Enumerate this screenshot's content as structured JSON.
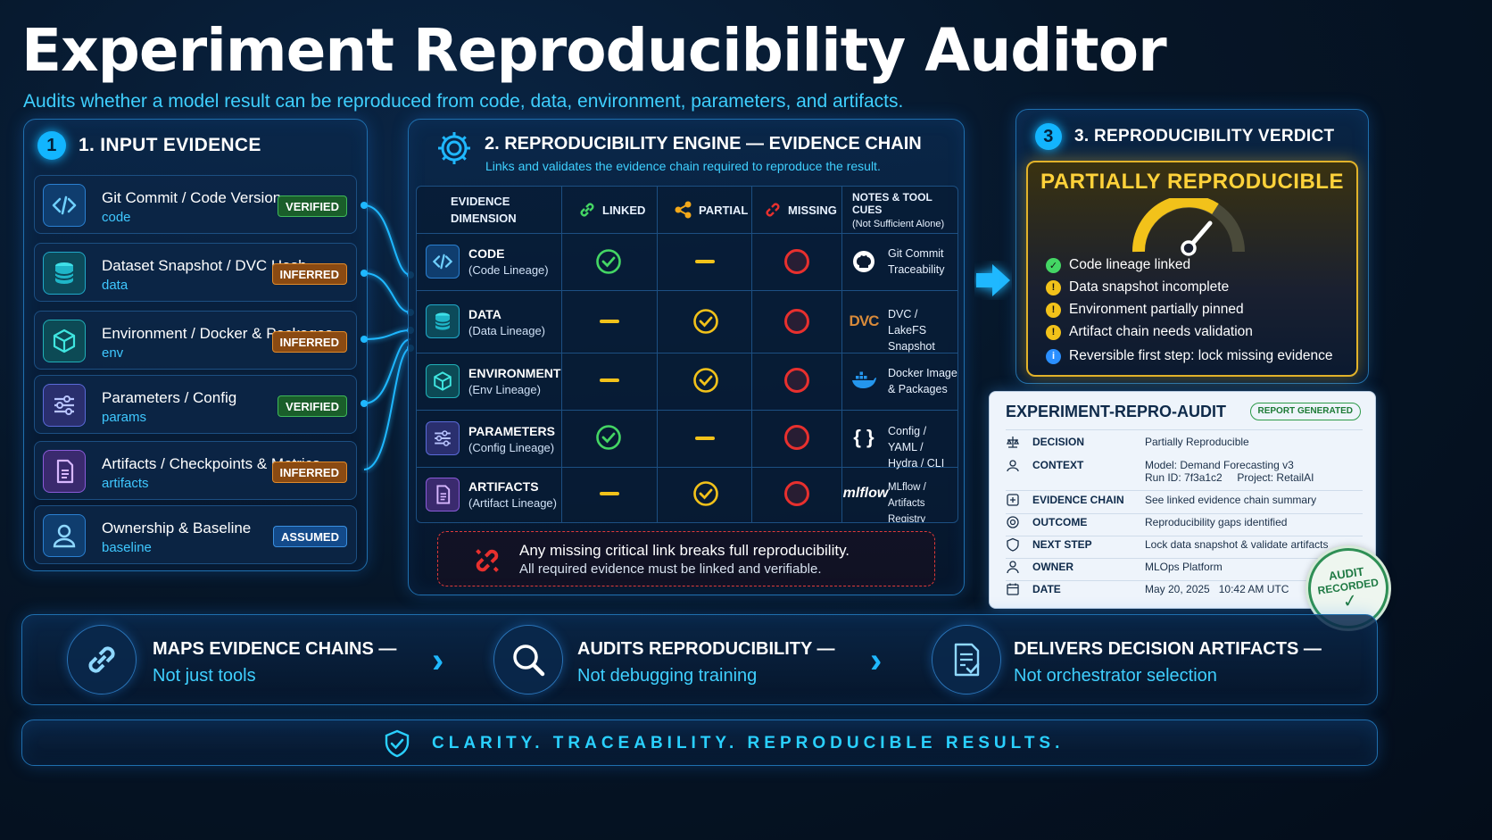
{
  "header": {
    "title": "Experiment Reproducibility Auditor",
    "subtitle": "Audits whether a model result can be reproduced from code, data, environment, parameters, and artifacts."
  },
  "input": {
    "num": "1",
    "title": "1. INPUT EVIDENCE",
    "items": [
      {
        "name": "Git Commit / Code Version",
        "tag": "code",
        "status": "VERIFIED",
        "icon": "code-icon"
      },
      {
        "name": "Dataset Snapshot / DVC Hash",
        "tag": "data",
        "status": "INFERRED",
        "icon": "database-icon"
      },
      {
        "name": "Environment / Docker & Packages",
        "tag": "env",
        "status": "INFERRED",
        "icon": "cube-icon"
      },
      {
        "name": "Parameters / Config",
        "tag": "params",
        "status": "VERIFIED",
        "icon": "sliders-icon"
      },
      {
        "name": "Artifacts / Checkpoints & Metrics",
        "tag": "artifacts",
        "status": "INFERRED",
        "icon": "document-icon"
      },
      {
        "name": "Ownership & Baseline",
        "tag": "baseline",
        "status": "ASSUMED",
        "icon": "user-icon"
      }
    ]
  },
  "engine": {
    "title": "2. REPRODUCIBILITY ENGINE — EVIDENCE CHAIN",
    "subtitle": "Links and validates the evidence chain required to reproduce the result.",
    "headers": {
      "dimension_1": "EVIDENCE",
      "dimension_2": "DIMENSION",
      "linked": "LINKED",
      "partial": "PARTIAL",
      "missing": "MISSING",
      "notes_1": "NOTES & TOOL CUES",
      "notes_2": "(Not Sufficient Alone)"
    },
    "rows": [
      {
        "name": "CODE",
        "sub": "(Code Lineage)",
        "linked": "check",
        "partial": "dash",
        "missing": "missing",
        "note_1": "Git Commit",
        "note_2": "Traceability",
        "note_icon": "github-icon"
      },
      {
        "name": "DATA",
        "sub": "(Data Lineage)",
        "linked": "dash",
        "partial": "check",
        "missing": "missing",
        "note_1": "DVC / LakeFS",
        "note_2": "Snapshot",
        "note_icon": "dvc-icon"
      },
      {
        "name": "ENVIRONMENT",
        "sub": "(Env Lineage)",
        "linked": "dash",
        "partial": "check",
        "missing": "missing",
        "note_1": "Docker Image",
        "note_2": "& Packages",
        "note_icon": "docker-icon"
      },
      {
        "name": "PARAMETERS",
        "sub": "(Config Lineage)",
        "linked": "check",
        "partial": "dash",
        "missing": "missing",
        "note_1": "Config / YAML /",
        "note_2": "Hydra / CLI",
        "note_icon": "braces-icon"
      },
      {
        "name": "ARTIFACTS",
        "sub": "(Artifact Lineage)",
        "linked": "dash",
        "partial": "check",
        "missing": "missing",
        "note_1": "MLflow / Artifacts",
        "note_2": "Registry",
        "note_icon": "mlflow-icon"
      }
    ],
    "logos": {
      "dvc": "DVC",
      "mlflow": "mlflow",
      "braces": "{ }"
    },
    "warning_1": "Any missing critical link breaks full reproducibility.",
    "warning_2": "All required evidence must be linked and verifiable."
  },
  "verdict": {
    "num": "3",
    "title": "3. REPRODUCIBILITY VERDICT",
    "decision": "PARTIALLY REPRODUCIBLE",
    "items": [
      {
        "text": "Code lineage linked",
        "kind": "ok"
      },
      {
        "text": "Data snapshot incomplete",
        "kind": "warn"
      },
      {
        "text": "Environment partially pinned",
        "kind": "warn"
      },
      {
        "text": "Artifact chain needs validation",
        "kind": "warn"
      },
      {
        "text": "Reversible first step: lock missing evidence",
        "kind": "info"
      }
    ]
  },
  "report": {
    "title": "EXPERIMENT-REPRO-AUDIT",
    "badge": "REPORT GENERATED",
    "rows": [
      {
        "key": "DECISION",
        "val": "Partially Reproducible"
      },
      {
        "key": "CONTEXT",
        "val": "Model: Demand Forecasting v3",
        "val2": "Run ID: 7f3a1c2     Project: RetailAI"
      },
      {
        "key": "EVIDENCE CHAIN",
        "val": "See linked evidence chain summary"
      },
      {
        "key": "OUTCOME",
        "val": "Reproducibility gaps identified"
      },
      {
        "key": "NEXT STEP",
        "val": "Lock data snapshot & validate artifacts"
      },
      {
        "key": "OWNER",
        "val": "MLOps Platform"
      },
      {
        "key": "DATE",
        "val": "May 20, 2025   10:42 AM UTC"
      }
    ],
    "stamp_1": "AUDIT",
    "stamp_2": "RECORDED"
  },
  "features": [
    {
      "title": "MAPS EVIDENCE CHAINS —",
      "sub": "Not just tools"
    },
    {
      "title": "AUDITS REPRODUCIBILITY —",
      "sub": "Not debugging training"
    },
    {
      "title": "DELIVERS DECISION ARTIFACTS —",
      "sub": "Not orchestrator selection"
    }
  ],
  "tagline": "CLARITY.  TRACEABILITY.  REPRODUCIBLE RESULTS.",
  "colors": {
    "accent": "#12b5ff",
    "linked": "#44d664",
    "partial": "#f2c21a",
    "missing": "#e8302e",
    "verified": "#3fb95a",
    "inferred": "#e08a2a",
    "assumed": "#3a8fe0"
  }
}
